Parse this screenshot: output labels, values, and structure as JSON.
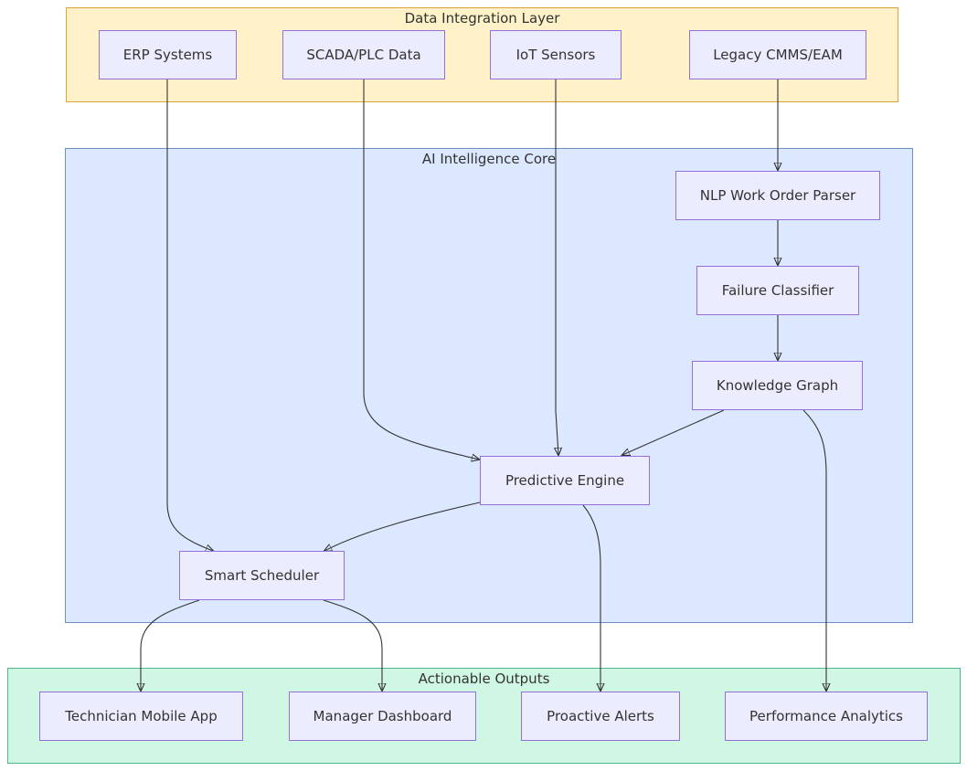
{
  "colors": {
    "integration_fill": "#FFF2C8",
    "integration_border": "#E0A23B",
    "ai_fill": "#DCE8FF",
    "ai_border": "#6C8EC7",
    "outputs_fill": "#CFF7E4",
    "outputs_border": "#4FB58B",
    "node_fill": "#ECECFF",
    "node_border": "#9370DB",
    "edge": "#333333"
  },
  "clusters": {
    "integration": {
      "title": "Data Integration Layer"
    },
    "ai_core": {
      "title": "AI Intelligence Core"
    },
    "outputs": {
      "title": "Actionable Outputs"
    }
  },
  "nodes": {
    "erp": "ERP Systems",
    "scada": "SCADA/PLC Data",
    "iot": "IoT Sensors",
    "legacy": "Legacy CMMS/EAM",
    "nlp": "NLP Work Order Parser",
    "failure": "Failure Classifier",
    "knowledge": "Knowledge Graph",
    "predictive": "Predictive Engine",
    "scheduler": "Smart Scheduler",
    "mobile": "Technician Mobile App",
    "dashboard": "Manager Dashboard",
    "alerts": "Proactive Alerts",
    "analytics": "Performance Analytics"
  },
  "edges": [
    {
      "from": "ERP Systems",
      "to": "Smart Scheduler"
    },
    {
      "from": "SCADA/PLC Data",
      "to": "Predictive Engine"
    },
    {
      "from": "IoT Sensors",
      "to": "Predictive Engine"
    },
    {
      "from": "Legacy CMMS/EAM",
      "to": "NLP Work Order Parser"
    },
    {
      "from": "NLP Work Order Parser",
      "to": "Failure Classifier"
    },
    {
      "from": "Failure Classifier",
      "to": "Knowledge Graph"
    },
    {
      "from": "Knowledge Graph",
      "to": "Predictive Engine"
    },
    {
      "from": "Knowledge Graph",
      "to": "Performance Analytics"
    },
    {
      "from": "Predictive Engine",
      "to": "Smart Scheduler"
    },
    {
      "from": "Predictive Engine",
      "to": "Proactive Alerts"
    },
    {
      "from": "Smart Scheduler",
      "to": "Technician Mobile App"
    },
    {
      "from": "Smart Scheduler",
      "to": "Manager Dashboard"
    }
  ]
}
